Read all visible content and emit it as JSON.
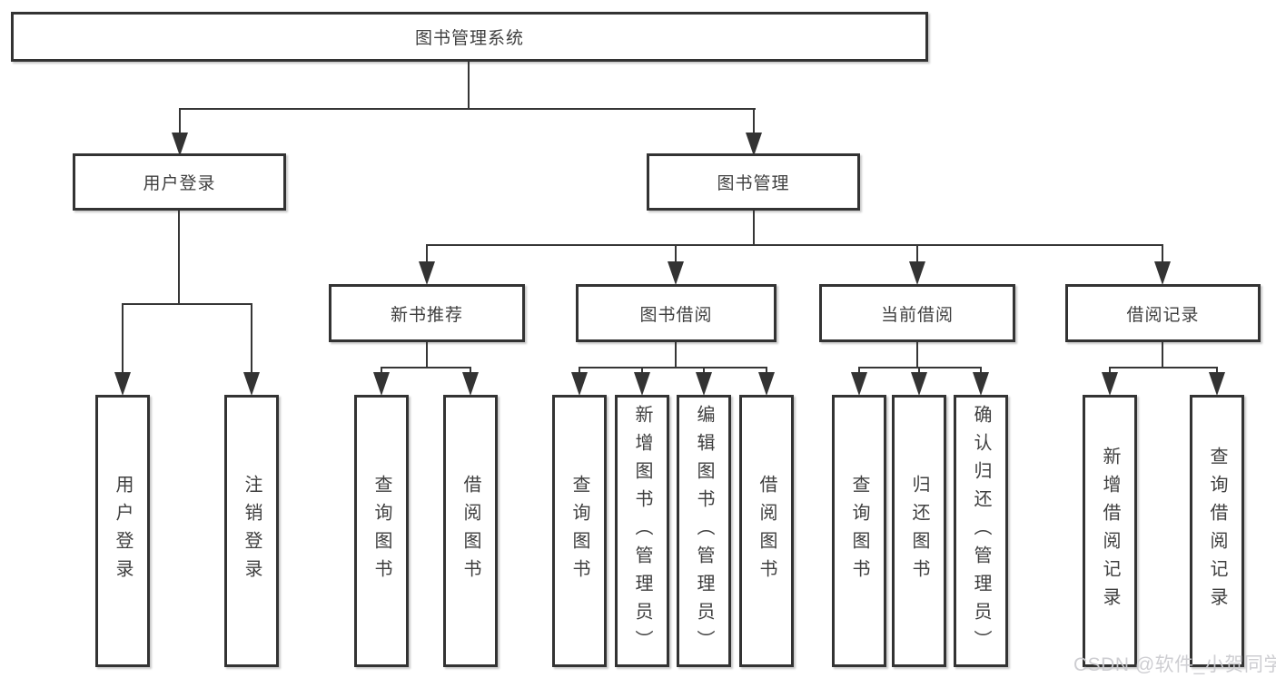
{
  "title": "图书管理系统",
  "watermark": "CSDN @软件_小贺同学",
  "colors": {
    "background": "#ffffff",
    "box_border": "#333333",
    "connector_line": "#363636",
    "text": "#3f3f3f",
    "watermark_text": "#cbcbd0"
  },
  "tree": {
    "root": {
      "label": "图书管理系统"
    },
    "children": [
      {
        "label": "用户登录",
        "children": [
          {
            "label": "用户登录"
          },
          {
            "label": "注销登录"
          }
        ]
      },
      {
        "label": "图书管理",
        "children": [
          {
            "label": "新书推荐",
            "children": [
              {
                "label": "查询图书"
              },
              {
                "label": "借阅图书"
              }
            ]
          },
          {
            "label": "图书借阅",
            "children": [
              {
                "label": "查询图书"
              },
              {
                "label": "新增图书（管理员）"
              },
              {
                "label": "编辑图书（管理员）"
              },
              {
                "label": "借阅图书"
              }
            ]
          },
          {
            "label": "当前借阅",
            "children": [
              {
                "label": "查询图书"
              },
              {
                "label": "归还图书"
              },
              {
                "label": "确认归还（管理员）"
              }
            ]
          },
          {
            "label": "借阅记录",
            "children": [
              {
                "label": "新增借阅记录"
              },
              {
                "label": "查询借阅记录"
              }
            ]
          }
        ]
      }
    ]
  }
}
